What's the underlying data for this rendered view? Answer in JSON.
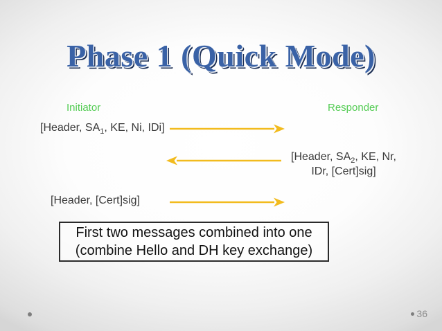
{
  "slide_title": "Phase 1 (Quick Mode)",
  "actors": {
    "initiator": "Initiator",
    "responder": "Responder"
  },
  "messages": [
    {
      "direction": "initiator-to-responder",
      "parts": [
        "[Header, SA",
        "1",
        ", KE, Ni, IDi]"
      ]
    },
    {
      "direction": "responder-to-initiator",
      "lines": [
        {
          "parts": [
            "[Header, SA",
            "2",
            ", KE, Nr,"
          ]
        },
        {
          "parts": [
            "IDr, [Cert]sig]"
          ]
        }
      ]
    },
    {
      "direction": "initiator-to-responder",
      "parts": [
        "[Header, [Cert]sig]"
      ]
    }
  ],
  "note": {
    "lines": [
      "First two messages combined into one",
      "(combine Hello and DH key exchange)"
    ]
  },
  "footer": {
    "page_number": "36"
  },
  "colors": {
    "title_blue": "#3a62a6",
    "title_shadow_navy": "#1b2d52",
    "actor_green": "#53cc53",
    "arrow_gold": "#f2bb1e",
    "message_gray": "#3a3a3a",
    "page_number_gray": "#8c8c8c"
  }
}
